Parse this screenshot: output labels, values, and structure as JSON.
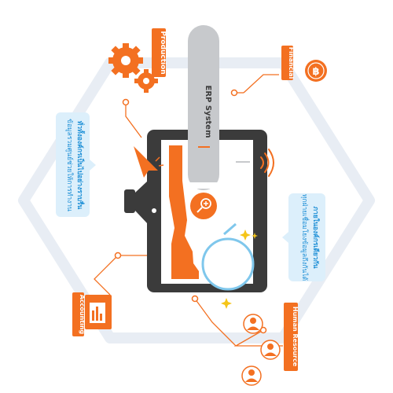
{
  "labels": {
    "production": "Production",
    "financial": "Financial",
    "erp_system": "ERP System",
    "accounting": "Accounting",
    "human_resource": "Human Resource"
  },
  "callouts": {
    "left_line1": "ข้อมูลรวมศูนย์ช่วยให้การทำงาน",
    "left_line2": "ทั่วทั้งองค์กรเป็นไปอย่างราบรื่น",
    "right_line1": "ทุกฝ่ายเชื่อมโยงข้อมูลถึงกันได้",
    "right_line2": "ภายในองค์กรเดียวกัน"
  },
  "financial_symbol": "฿",
  "colors": {
    "orange": "#F37021",
    "dark": "#3B3B3B",
    "hex_outline": "#E8EDF4",
    "callout_bg": "#DCEFFB",
    "callout_text": "#1E8FD6",
    "magnifier_ring": "#7FC7EC",
    "gray_bar": "#C7C9CC"
  },
  "icons": [
    "gear-icon",
    "bitcoin-coin-icon",
    "megaphone-icon",
    "sound-wave-icon",
    "magnify-plus-icon",
    "document-chart-icon",
    "person-icon",
    "cursor-pointer-icon",
    "sparkle-icon"
  ]
}
